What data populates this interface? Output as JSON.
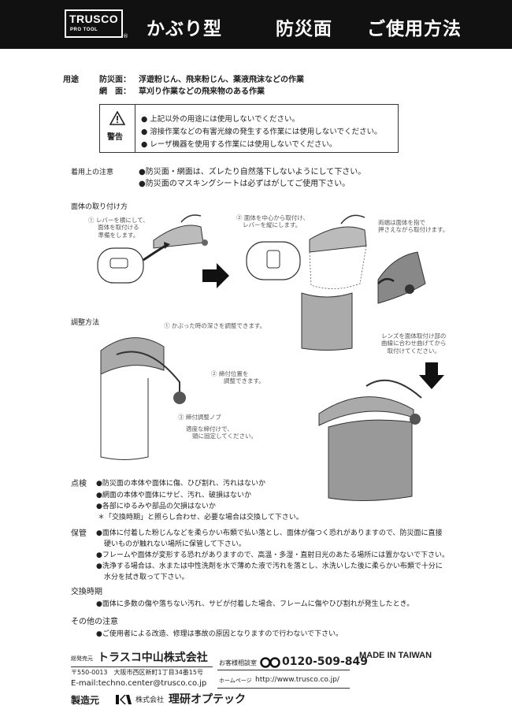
{
  "header": {
    "logo_brand": "TRUSCO",
    "logo_sub": "PRO TOOL",
    "logo_reg": "®",
    "title_1": "かぶり型",
    "title_2": "防災面",
    "title_3": "ご使用方法"
  },
  "usage": {
    "label": "用途",
    "line1_name": "防災面：",
    "line1_text": "浮遊粉じん、飛来粉じん、薬液飛沫などの作業",
    "line2_name": "網　面：",
    "line2_text": "草刈り作業などの飛来物のある作業"
  },
  "warning": {
    "label": "警告",
    "items": [
      "●  上記以外の用途には使用しないでください。",
      "●  溶接作業などの有害光線の発生する作業には使用しないでください。",
      "●  レーザ機器を使用する作業には使用しないでください。"
    ]
  },
  "caution": {
    "label": "着用上の注意",
    "items": [
      "●防災面・網面は、ズレたり自然落下しないようにして下さい。",
      "●防災面のマスキングシートは必ずはがしてご使用下さい。"
    ]
  },
  "attach": {
    "heading": "面体の取り付け方",
    "step1": [
      "① レバーを横にして、",
      "面体を取付ける",
      "準備をします。"
    ],
    "step2": [
      "② 面体を中心から取付け、",
      "レバーを縦にします。"
    ],
    "step3": [
      "両端は面体を指で",
      "押さえながら取付けます。"
    ],
    "step4": [
      "レンズを面体取付け部の",
      "曲線に合わせ曲げてから",
      "取付けてください。"
    ]
  },
  "adjust": {
    "heading": "調整方法",
    "step1": "① かぶった時の深さを調整できます。",
    "step2": [
      "② 締付位置を",
      "調整できます。"
    ],
    "step3": "③ 締付調整ノブ",
    "step3_note": [
      "適度な締付けで、",
      "頭に固定してください。"
    ]
  },
  "inspect": {
    "label": "点検",
    "items": [
      "●防災面の本体や面体に傷、ひび割れ、汚れはないか",
      "●網面の本体や面体にサビ、汚れ、破損はないか",
      "●各部にゆるみや部品の欠損はないか",
      "＊「交換時期」と照らし合わせ、必要な場合は交換して下さい。"
    ]
  },
  "storage": {
    "label": "保管",
    "lines": [
      "●面体に付着した粉じんなどを柔らかい布類で払い落とし、面体が傷つく恐れがありますので、防災面に直接",
      "硬いものが触れない場所に保管して下さい。",
      "●フレームや面体が変形する恐れがありますので、高温・多湿・直射日光のあたる場所には置かないで下さい。",
      "●洗浄する場合は、水または中性洗剤を水で薄めた液で汚れを落とし、水洗いした後に柔らかい布類で十分に",
      "水分を拭き取って下さい。"
    ]
  },
  "replace": {
    "label": "交換時期",
    "text": "●面体に多数の傷や落ちない汚れ、サビが付着した場合、フレームに傷やひび割れが発生したとき。"
  },
  "other": {
    "label": "その他の注意",
    "text": "●ご使用者による改造、修理は事故の原因となりますので行わないで下さい。"
  },
  "footer": {
    "seller_label": "総発売元",
    "seller_name": "トラスコ中山株式会社",
    "address": "〒550-0013　大阪市西区新町1丁目34番15号",
    "email": "E-mail:techno.center@trusco.co.jp",
    "consult_label": "お客様相談室",
    "free_dial": "0120-509-849",
    "homepage_label": "ホームページ",
    "homepage_url": "http://www.trusco.co.jp/",
    "made_in": "MADE IN TAIWAN",
    "maker_label": "製造元",
    "maker_prefix": "株式会社",
    "maker_name": "理研オプテック"
  }
}
